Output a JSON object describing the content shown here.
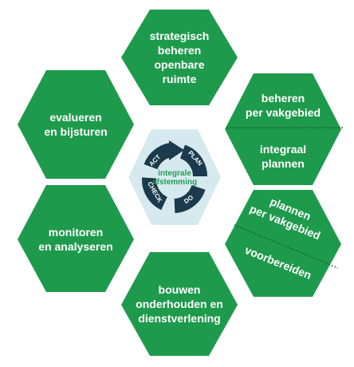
{
  "colors": {
    "hex_green": "#1e9a4c",
    "center_hex": "#d6e9ef",
    "ring": "#1b3a4b",
    "ring_text": "#ffffff",
    "center_text": "#1f9f55",
    "divider": "#0f5a2a"
  },
  "hexagons": {
    "top": {
      "lines": [
        "strategisch",
        "beheren",
        "openbare",
        "ruimte"
      ]
    },
    "top_right": {
      "upper": [
        "beheren",
        "per vakgebied"
      ],
      "lower": [
        "integraal",
        "plannen"
      ]
    },
    "bottom_right": {
      "upper": [
        "plannen",
        "per vakgebied"
      ],
      "lower": [
        "voorbereiden"
      ]
    },
    "bottom": {
      "lines": [
        "bouwen",
        "onderhouden en",
        "dienstverlening"
      ]
    },
    "bottom_left": {
      "lines": [
        "monitoren",
        "en analyseren"
      ]
    },
    "top_left": {
      "lines": [
        "evalueren",
        "en bijsturen"
      ]
    }
  },
  "cycle": {
    "center_lines": [
      "integrale",
      "afstemming"
    ],
    "segments": {
      "act": "ACT",
      "plan": "PLAN",
      "do": "DO",
      "check": "CHECK"
    }
  }
}
